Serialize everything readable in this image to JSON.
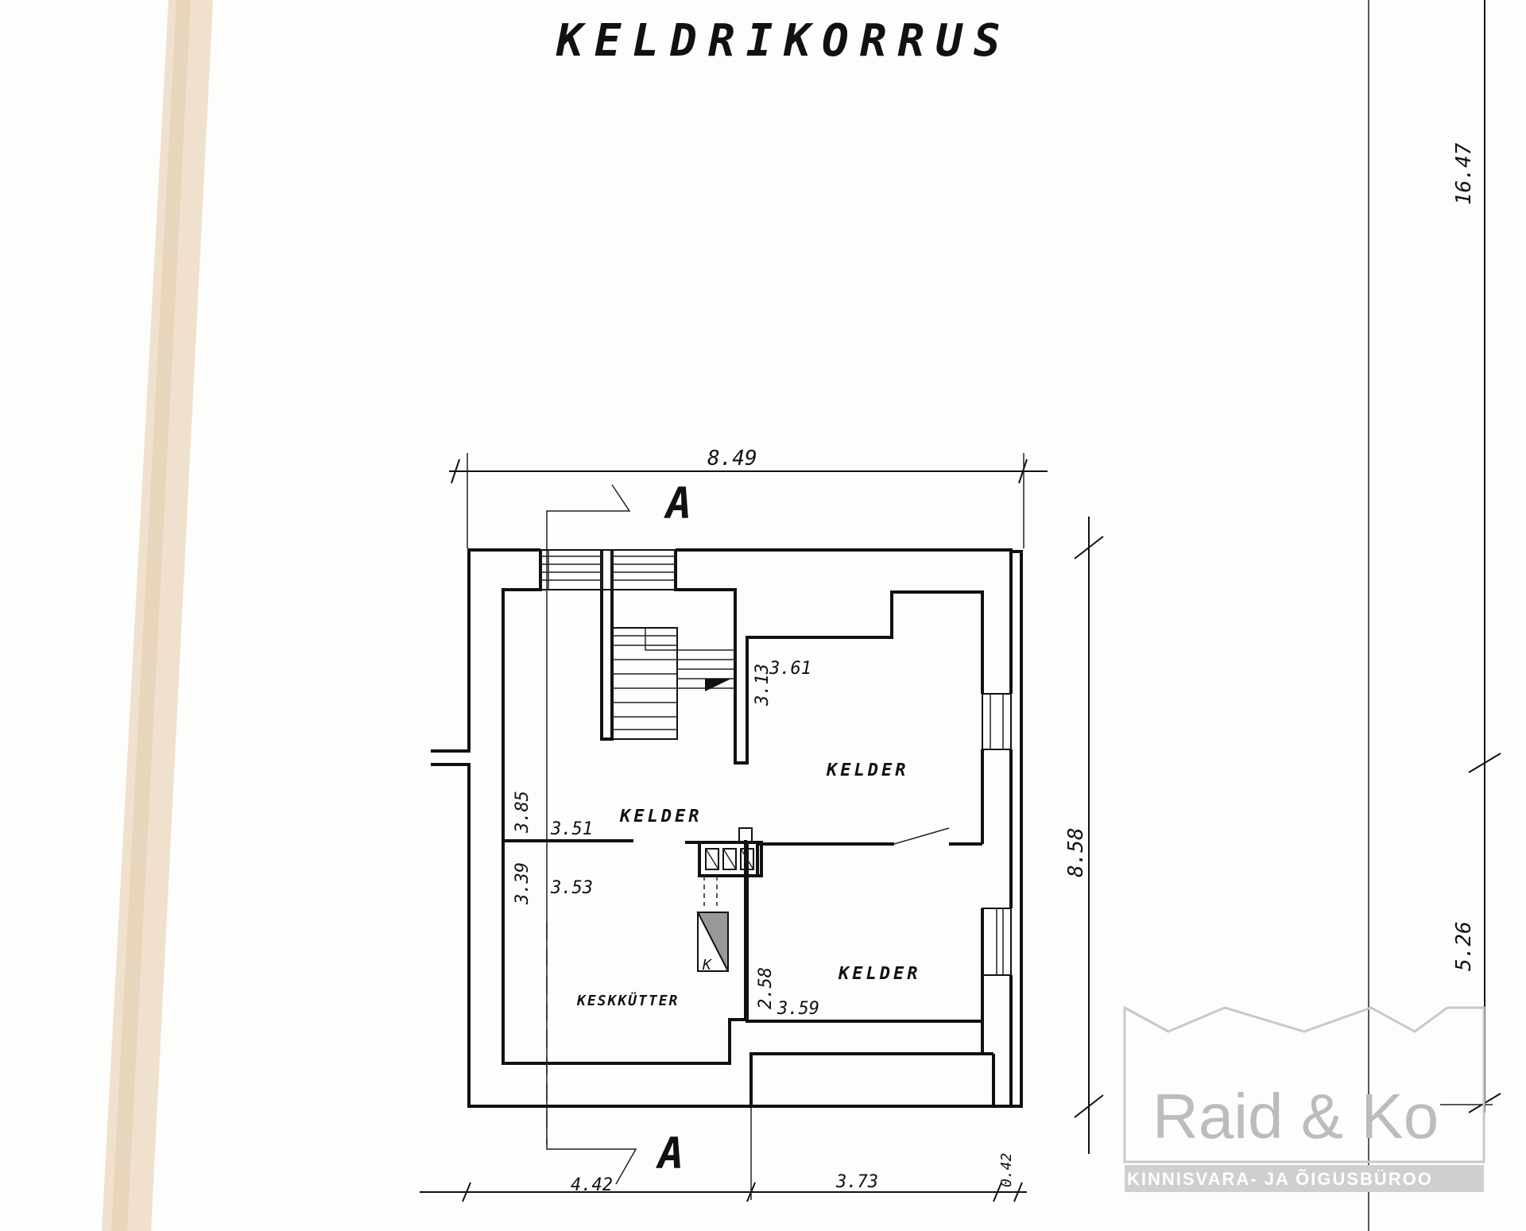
{
  "title": "KELDRIKORRUS",
  "section_marker": "A",
  "rooms": {
    "upper_left": "KELDER",
    "upper_right": "KELDER",
    "lower_right": "KELDER",
    "lower_left": "KESKKÜTTER"
  },
  "stair_mark": "K",
  "dimensions": {
    "overall_width": "8.49",
    "overall_depth": "8.58",
    "site_total": "16.47",
    "site_segment": "5.26",
    "bottom_left": "4.42",
    "bottom_mid": "3.73",
    "bottom_right": "0.42",
    "room_a_height": "3.13",
    "room_a_width": "3.61",
    "room_b_height": "3.85",
    "room_b_width": "3.51",
    "room_c_height": "3.39",
    "room_c_width": "3.53",
    "room_d_height": "2.58",
    "room_d_width": "3.59"
  },
  "watermark": {
    "name": "Raid & Ko",
    "subtitle": "KINNISVARA- JA ÕIGUSBÜROO"
  },
  "colors": {
    "ink": "#111111",
    "paper": "#fdfdfb",
    "tape": "#ecdcc4",
    "watermark": "#c9c9c9"
  }
}
